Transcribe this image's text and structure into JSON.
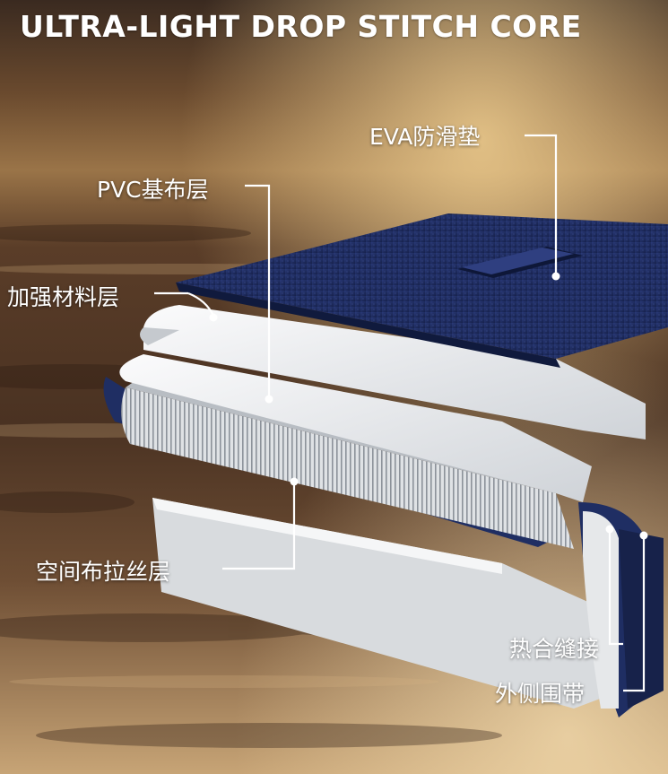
{
  "headline": "ULTRA-LIGHT DROP STITCH CORE",
  "labels": {
    "eva": "EVA防滑垫",
    "pvc": "PVC基布层",
    "reinforce": "加强材料层",
    "drop_stitch": "空间布拉丝层",
    "heat_seam": "热合缝接",
    "side_band": "外侧围带"
  },
  "colors": {
    "eva_navy": "#1f2e63",
    "layer_white": "#eceef0",
    "background_wood": "#6b4a32",
    "text": "#ffffff"
  }
}
